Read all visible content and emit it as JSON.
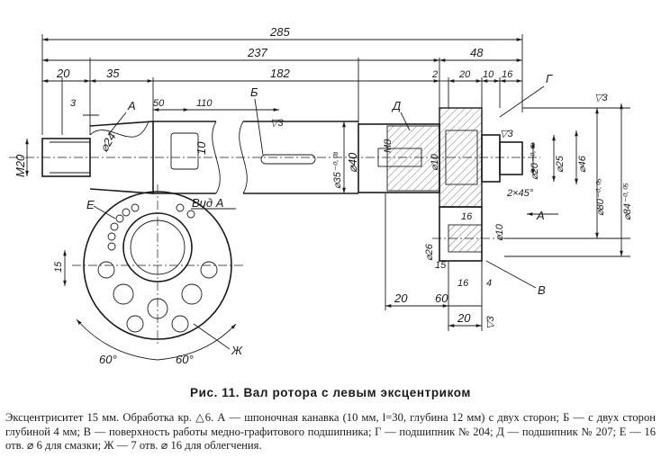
{
  "figure": {
    "caption": "Рис. 11. Вал ротора с левым эксцентриком",
    "note": "Эксцентриситет 15 мм. Обработка кр. △6. А — шпоночная канавка (10 мм, l=30, глубина 12 мм) с двух сторон; Б — с двух сторон глубиной 4 мм; В — поверхность работы медно-графитового подшипника; Г — подшипник № 204; Д — подшипник № 207; Е — 16 отв. ⌀ 6 для смазки; Ж — 7 отв. ⌀ 16 для облегчения."
  },
  "dimensions": {
    "overall": "285",
    "d237": "237",
    "d48": "48",
    "d20": "20",
    "d35": "35",
    "d182": "182",
    "d2": "2",
    "d20b": "20",
    "d10": "10",
    "d16": "16",
    "d3": "3",
    "d50": "50",
    "d110": "110",
    "m20": "M20",
    "phi24": "⌀24",
    "key10": "10",
    "phi35": "⌀35⁻⁰·⁰³",
    "phi40": "⌀40",
    "m8": "M8",
    "phi10": "⌀10",
    "phi20": "⌀20⁻⁰·⁰³",
    "phi25": "⌀25",
    "phi46": "⌀46",
    "phi80": "⌀80⁻⁰·⁰⁵",
    "phi84": "⌀84⁻⁰·⁰⁵",
    "chamfer": "2×45°",
    "phi26": "⌀26",
    "phi10b": "⌀10",
    "d16a": "16",
    "d16b": "16",
    "d4": "4",
    "d15b": "15",
    "d20c": "20",
    "d60": "60",
    "d20d": "20",
    "d15": "15",
    "ang60a": "60°",
    "ang60b": "60°",
    "rough3a": "▽3",
    "rough3b": "▽3",
    "rough3c": "▽3",
    "rough3d": "▽3"
  },
  "labels": {
    "A": "А",
    "B": "Б",
    "G": "Г",
    "D": "Д",
    "V": "В",
    "E": "Е",
    "Zh": "Ж",
    "viewA": "Вид А",
    "arrowA": "А"
  }
}
